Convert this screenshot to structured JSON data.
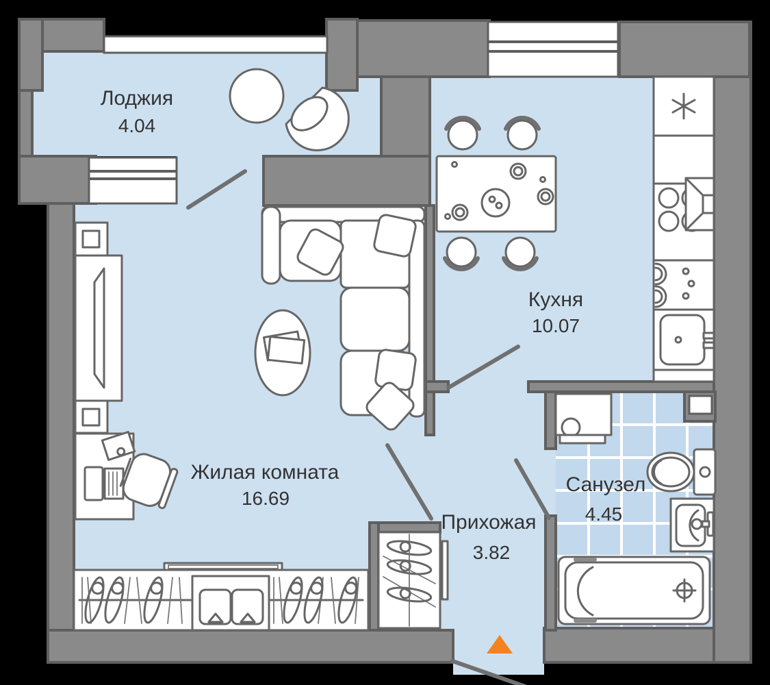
{
  "plan": {
    "type": "apartment-floor-plan",
    "rooms": [
      {
        "id": "loggia",
        "name": "Лоджия",
        "area": "4.04"
      },
      {
        "id": "kitchen",
        "name": "Кухня",
        "area": "10.07"
      },
      {
        "id": "living-room",
        "name": "Жилая комната",
        "area": "16.69"
      },
      {
        "id": "hallway",
        "name": "Прихожая",
        "area": "3.82"
      },
      {
        "id": "bathroom",
        "name": "Санузел",
        "area": "4.45"
      }
    ],
    "entrance_marker_color": "#f5821f",
    "colors": {
      "background": "#000000",
      "wall": "#8a8a8a",
      "wall_outline": "#5f5f5f",
      "floor": "#cde0f0",
      "bathroom_tile": "#c2d8ec",
      "line": "#666666",
      "text": "#333333"
    }
  }
}
